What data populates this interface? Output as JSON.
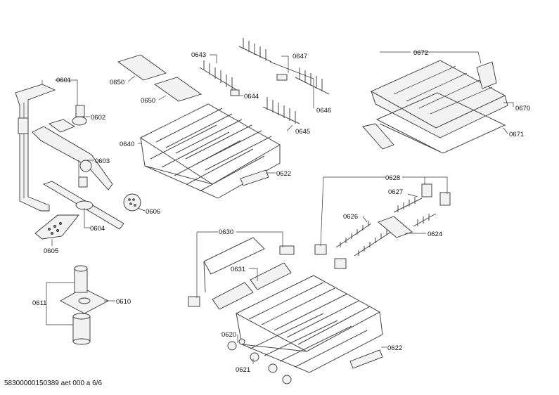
{
  "callouts": {
    "c0601": "0601",
    "c0602": "0602",
    "c0603": "0603",
    "c0604": "0604",
    "c0605": "0605",
    "c0606": "0606",
    "c0610": "0610",
    "c0611": "0611",
    "c0620": "0620",
    "c0621": "0621",
    "c0622a": "0622",
    "c0622b": "0622",
    "c0624": "0624",
    "c0626": "0626",
    "c0627": "0627",
    "c0628": "0628",
    "c0630": "0630",
    "c0631": "0631",
    "c0640": "0640",
    "c0643": "0643",
    "c0644": "0644",
    "c0645": "0645",
    "c0646": "0646",
    "c0647": "0647",
    "c0650a": "0650",
    "c0650b": "0650",
    "c0670": "0670",
    "c0671": "0671",
    "c0672": "0672"
  },
  "footer": "58300000150389 aet 000 a 6/6"
}
